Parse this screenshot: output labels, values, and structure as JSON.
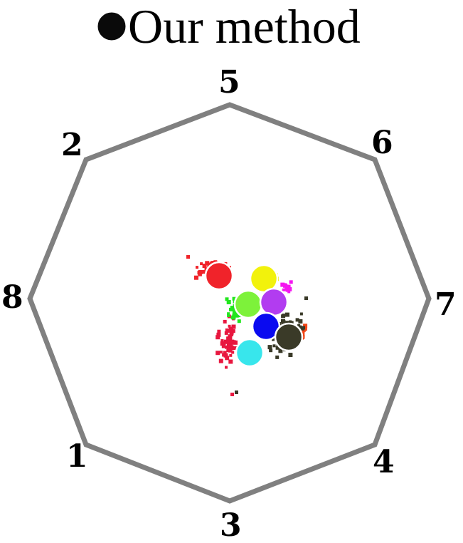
{
  "title": {
    "text": "Our method",
    "marker_color": "#0a0a0a"
  },
  "octagon": {
    "stroke_color": "#808080",
    "vertex_labels": [
      "5",
      "6",
      "7",
      "4",
      "3",
      "1",
      "8",
      "2"
    ]
  },
  "clusters": [
    {
      "name": "red",
      "color": "#f0232a"
    },
    {
      "name": "yellow",
      "color": "#f2f20c"
    },
    {
      "name": "magenta",
      "color": "#f515f0"
    },
    {
      "name": "lime",
      "color": "#7df23a"
    },
    {
      "name": "purple",
      "color": "#b23cf0"
    },
    {
      "name": "blue",
      "color": "#0a0af0"
    },
    {
      "name": "dark",
      "color": "#3a3a28"
    },
    {
      "name": "cyan",
      "color": "#38e6ec"
    },
    {
      "name": "crimson",
      "color": "#e8173f"
    },
    {
      "name": "green",
      "color": "#22e61e"
    },
    {
      "name": "orange-red",
      "color": "#f24414"
    }
  ]
}
